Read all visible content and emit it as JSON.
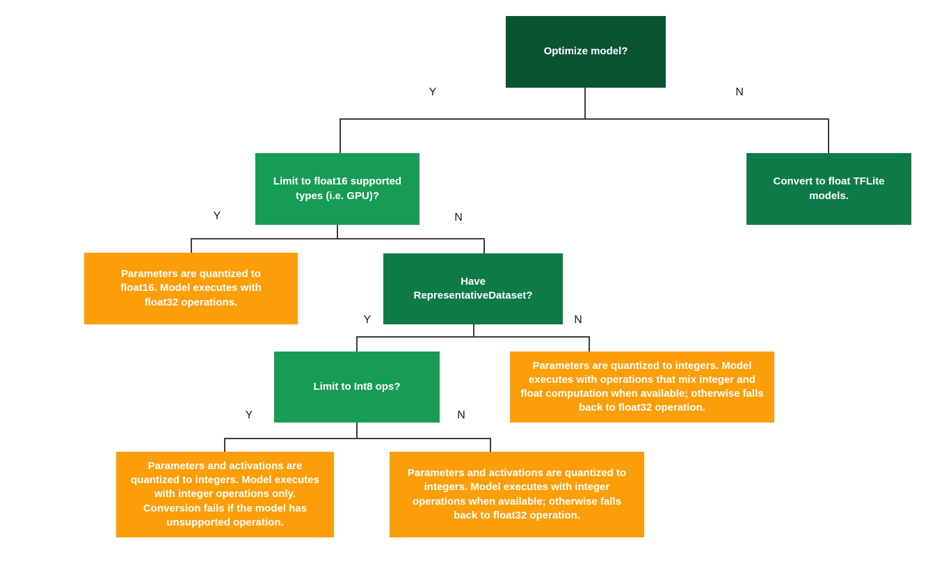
{
  "colors": {
    "dark_green": "#0B5433",
    "mid_green": "#0E7A46",
    "bright_green": "#179C55",
    "orange": "#FB9E09",
    "line": "#3C3C3C",
    "label": "#1A1A1A",
    "background": "#FFFFFF",
    "text_on_box": "#FFFFFF"
  },
  "nodes": {
    "optimize": {
      "label": "Optimize model?"
    },
    "float16_question": {
      "label": "Limit to float16 supported types (i.e. GPU)?"
    },
    "convert_float": {
      "label": "Convert to float TFLite models."
    },
    "float16_result": {
      "label": "Parameters are quantized to float16. Model executes with float32 operations."
    },
    "representative_dataset": {
      "label": "Have RepresentativeDataset?"
    },
    "int8_question": {
      "label": "Limit to Int8 ops?"
    },
    "mixed_result": {
      "label": "Parameters are quantized to integers. Model executes with operations that mix integer and float computation when available; otherwise falls back to float32 operation."
    },
    "int8_only_result": {
      "label": "Parameters and activations are quantized to integers. Model executes with integer operations only. Conversion fails if the model has unsupported operation."
    },
    "int8_fallback_result": {
      "label": "Parameters and activations are quantized to integers. Model executes with integer operations when available; otherwise falls back to float32 operation."
    }
  },
  "branch_labels": {
    "optimize_yes": "Y",
    "optimize_no": "N",
    "float16_yes": "Y",
    "float16_no": "N",
    "dataset_yes": "Y",
    "dataset_no": "N",
    "int8_yes": "Y",
    "int8_no": "N"
  }
}
